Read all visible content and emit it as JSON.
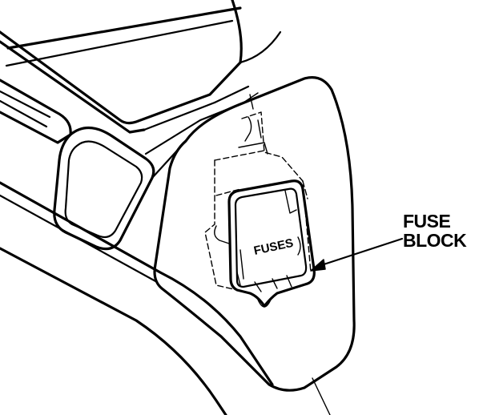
{
  "callout": {
    "line1": "FUSE",
    "line2": "BLOCK"
  },
  "cover_text": "FUSES",
  "colors": {
    "ink": "#000000",
    "paper": "#ffffff"
  }
}
